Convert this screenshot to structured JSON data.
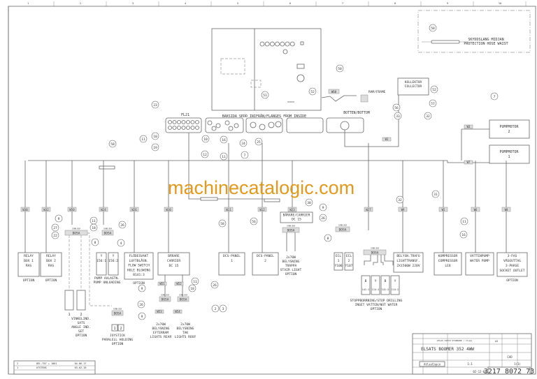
{
  "watermark": "machinecatalogic.com",
  "ruler": [
    "1",
    "2",
    "3",
    "4",
    "5",
    "6",
    "7",
    "8",
    "9",
    "10"
  ],
  "legend_box": {
    "balloon": "58",
    "line1": "SKYDDSLANG MIDJAN",
    "line2": "PROTECTION HOSE WAIST"
  },
  "labels": {
    "fl21": "FL21",
    "flanges": "BAKSIDA SEDD INIFRÅN/FLANGES FROM INSIDE",
    "bottom": "BOTTEN/BOTTOM",
    "frame": "RAM/FRAME",
    "w60": "W60",
    "w1": "W1",
    "w3": "W3",
    "w7": "W7",
    "collector1": "KOLLEKTOR",
    "collector2": "COLLECTOR",
    "pumpmotor2": [
      "PUMPMOTOR",
      "2"
    ],
    "pumpmotor1": [
      "PUMPMOTOR",
      "1"
    ]
  },
  "wire_tags": [
    "W30",
    "W32",
    "W50",
    "W24",
    "W26",
    "W10",
    "W11",
    "W12",
    "W23",
    "W27",
    "W9",
    "W5",
    "W6",
    "W8",
    "W51",
    "W52",
    "W53",
    "W54"
  ],
  "connbox": {
    "small": "CONN.BOX",
    "label": "DOSA"
  },
  "devices": [
    {
      "lines": [
        "RELAY",
        "BOX 1",
        "RAS"
      ],
      "note": [
        "OPTION"
      ]
    },
    {
      "lines": [
        "RELAY",
        "BOX 2",
        "RAS"
      ],
      "note": [
        "OPTION"
      ]
    },
    {
      "lines": [
        "Y",
        "156:1"
      ],
      "note": []
    },
    {
      "lines": [
        "Y",
        "156:2"
      ],
      "note": [
        "PUMP AVLASTN.",
        "PUMP UNLOADING"
      ]
    },
    {
      "lines": [
        "FLÖDESVAKT",
        "LUFTBLÅSN.",
        "FLOW SWITCH",
        "HOLE BLOWING",
        "B141:3"
      ],
      "note": [
        "OPTION"
      ]
    },
    {
      "lines": [
        "BÄRARE",
        "CARRIER",
        "DC 15"
      ],
      "note": []
    },
    {
      "lines": [
        "DCS-PANEL",
        "1"
      ],
      "note": []
    },
    {
      "lines": [
        "DCS-PANEL",
        "2"
      ],
      "note": []
    },
    {
      "lines": [
        "BÄRARE/CARRIER",
        "DC 15"
      ],
      "note": []
    },
    {
      "lines": [
        "ECL",
        "1",
        "Y106"
      ],
      "note": []
    },
    {
      "lines": [
        "ECL",
        "2",
        "Y107"
      ],
      "note": []
    },
    {
      "lines": [
        "BELYSN.TRAFO",
        "LIGHTTRANSF.",
        "2X1500W 220V"
      ],
      "note": []
    },
    {
      "lines": [
        "KOMPRESSOR",
        "COMPRESSOR",
        "LE8"
      ],
      "note": []
    },
    {
      "lines": [
        "VATTENPUMP",
        "WATER PUMP"
      ],
      "note": []
    },
    {
      "lines": [
        "3-FAS",
        "VÄGGUTTAG",
        "3-PHASE",
        "SOCKET OUTLET"
      ],
      "note": [
        "OPTION"
      ]
    }
  ],
  "stop_drilling": {
    "cells": [
      [
        "B",
        "141:1"
      ],
      [
        "Y",
        "114:1"
      ],
      [
        "B",
        "141:2"
      ],
      [
        "Y",
        "114:2"
      ]
    ],
    "caption": [
      "STOPPBORRNING/STOP DRILLING",
      "INGET VATTEN/NOT WATER",
      "OPTION"
    ]
  },
  "stair_light": [
    "2x70W",
    "BELYSNING",
    "TRAPPA",
    "STAIR LIGHT",
    "OPTION"
  ],
  "angle_ind": {
    "nums": [
      "1",
      "2"
    ],
    "caption": [
      "VINKELIND.",
      "SATS",
      "ANGLE IND.",
      "SET",
      "OPTION"
    ]
  },
  "joystick": {
    "nums": [
      "1",
      "2"
    ],
    "caption": [
      "JOYSTICK",
      "PARALELL HOLDING",
      "OPTION"
    ]
  },
  "lights_rear": [
    "2x70W",
    "BELYSNING",
    "EFTERRAM",
    "LIGHTS REAR"
  ],
  "lights_roof": [
    "2x70W",
    "BELYSNING",
    "TAK",
    "LIGHTS ROOF"
  ],
  "balloons": [
    "58",
    "50",
    "51",
    "52",
    "52",
    "57",
    "56",
    "33",
    "32",
    "7",
    "23",
    "10",
    "11",
    "19",
    "10",
    "12",
    "16",
    "11",
    "24",
    "25",
    "7",
    "58",
    "30",
    "31",
    "32",
    "9",
    "26",
    "8",
    "58",
    "56",
    "9",
    "27",
    "22",
    "11",
    "18",
    "26",
    "8",
    "4",
    "11",
    "16",
    "9",
    "11",
    "18",
    "26",
    "26",
    "9",
    "2",
    "3"
  ],
  "title_block": {
    "title": "ELSATS BOOMER 352 4WW",
    "company": "AtlasCopco",
    "scale": "1:1",
    "drawing_number": "3217 8072 73",
    "sheet": "1(1)",
    "date": "02-12-03",
    "format": "A3",
    "standard": "ATLAS COPCO STANDARD / Class",
    "cad": "CAD"
  },
  "revisions": [
    {
      "rev": "2",
      "text": "DEL.T07 + 1001",
      "date": "04-06-17"
    },
    {
      "rev": "1",
      "text": "UTSTENS",
      "date": "03-02-18"
    }
  ]
}
